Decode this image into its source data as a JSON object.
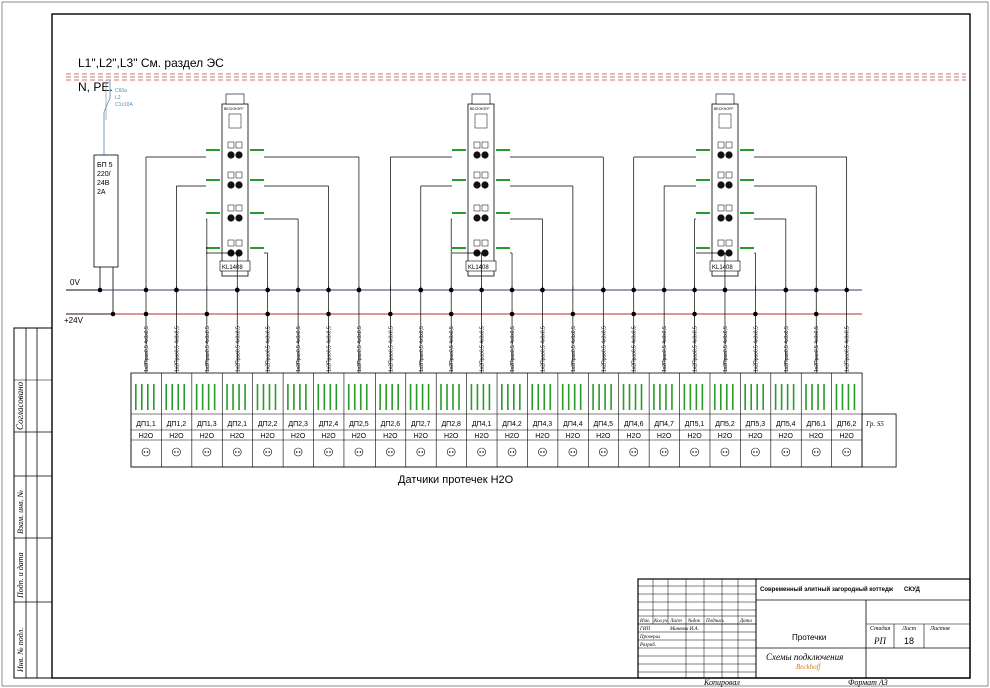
{
  "header": {
    "supply_line": "L1\",L2\",L3\" См. раздел ЭС",
    "neutral_line": "N, PE.",
    "breaker_lines": [
      "C60a",
      "L2",
      "C1х10A"
    ]
  },
  "power_supply": {
    "label_lines": [
      "БП 5",
      "220/",
      "24В",
      "2А"
    ]
  },
  "rails": {
    "zero_label": "0V",
    "plus_label": "+24V"
  },
  "modules": {
    "brand": "BECKHOFF",
    "type_label": "KL1408",
    "items": [
      "KL1408",
      "KL1408",
      "KL1408"
    ]
  },
  "cable_label": "1х2Прав0,5 4х0х0,5",
  "sensors": {
    "medium": "H2O",
    "labels": [
      "ДП1,1",
      "ДП1,2",
      "ДП1,3",
      "ДП2,1",
      "ДП2,2",
      "ДП2,3",
      "ДП2,4",
      "ДП2,5",
      "ДП2,6",
      "ДП2,7",
      "ДП2,8",
      "ДП4,1",
      "ДП4,2",
      "ДП4,3",
      "ДП4,4",
      "ДП4,5",
      "ДП4,6",
      "ДП4,7",
      "ДП5,1",
      "ДП5,2",
      "ДП5,3",
      "ДП5,4",
      "ДП6,1",
      "ДП6,2"
    ],
    "group_label": "Гр. S5",
    "caption": "Датчики протечек Н2О"
  },
  "left_stamp": {
    "labels": [
      "Согласовано",
      "Взам. инв. №",
      "Подп. и дата",
      "Инв. № подл."
    ]
  },
  "title_block": {
    "project": "Современный элитный загородный коттедж",
    "system": "СКУД",
    "col_headers": [
      "Изм.",
      "Кол.уч",
      "Лист",
      "№док",
      "Подпись",
      "Дата"
    ],
    "role_rows": [
      {
        "role": "ГИП",
        "name": "Миневич И.А."
      },
      {
        "role": "Проверил",
        "name": ""
      },
      {
        "role": "Разраб.",
        "name": ""
      }
    ],
    "sheet_title": "Протечки",
    "stage_header": "Стадия",
    "sheet_header": "Лист",
    "sheets_header": "Листов",
    "stage": "РП",
    "sheet_no": "18",
    "sheets_total": "",
    "drawing_title": "Схемы подключения",
    "drawing_subtitle": "Beckhoff",
    "copied": "Копировал",
    "format": "Формат А3"
  },
  "colors": {
    "line": "#000000",
    "supply_dash": "#c04a4a",
    "zero_rail": "#3a3a7a",
    "plus_rail": "#b03030",
    "terminal_green": "#2a9a2a",
    "breaker_blue": "#5a8ab0",
    "subtitle_orange": "#d07a1a"
  }
}
